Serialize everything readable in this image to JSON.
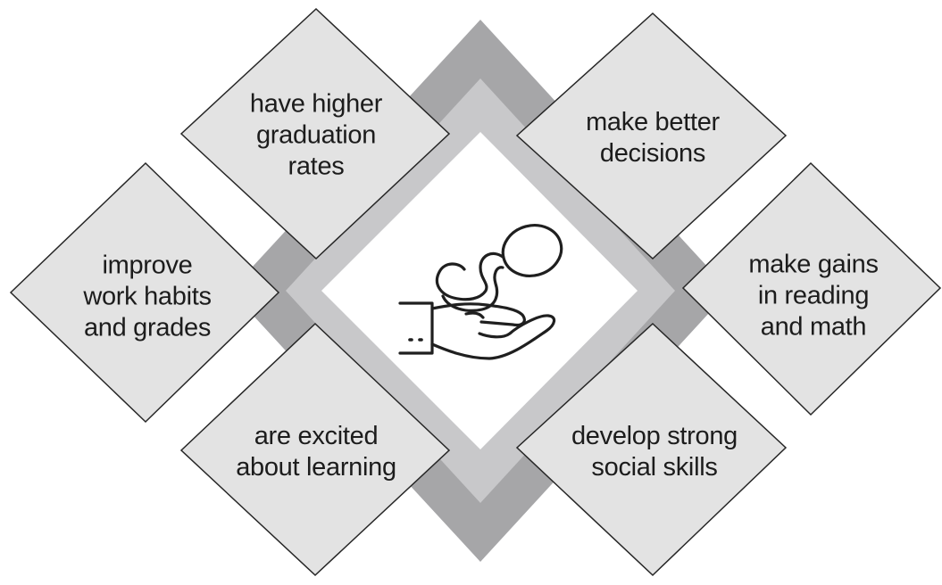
{
  "diagram": {
    "center_icon": "hand-holding-baby-icon",
    "colors": {
      "outer_frame": "#a6a6a8",
      "middle_frame": "#c8c8ca",
      "inner_frame": "#ffffff",
      "diamond_fill": "#e3e3e3",
      "diamond_stroke": "#262626",
      "text": "#1c1c1c"
    },
    "items": [
      {
        "lines": [
          "have higher",
          "graduation",
          "rates"
        ]
      },
      {
        "lines": [
          "make better",
          "decisions"
        ]
      },
      {
        "lines": [
          "improve",
          "work habits",
          "and grades"
        ]
      },
      {
        "lines": [
          "make gains",
          "in reading",
          "and math"
        ]
      },
      {
        "lines": [
          "are excited",
          "about learning"
        ]
      },
      {
        "lines": [
          "develop strong",
          "social skills"
        ]
      }
    ]
  }
}
